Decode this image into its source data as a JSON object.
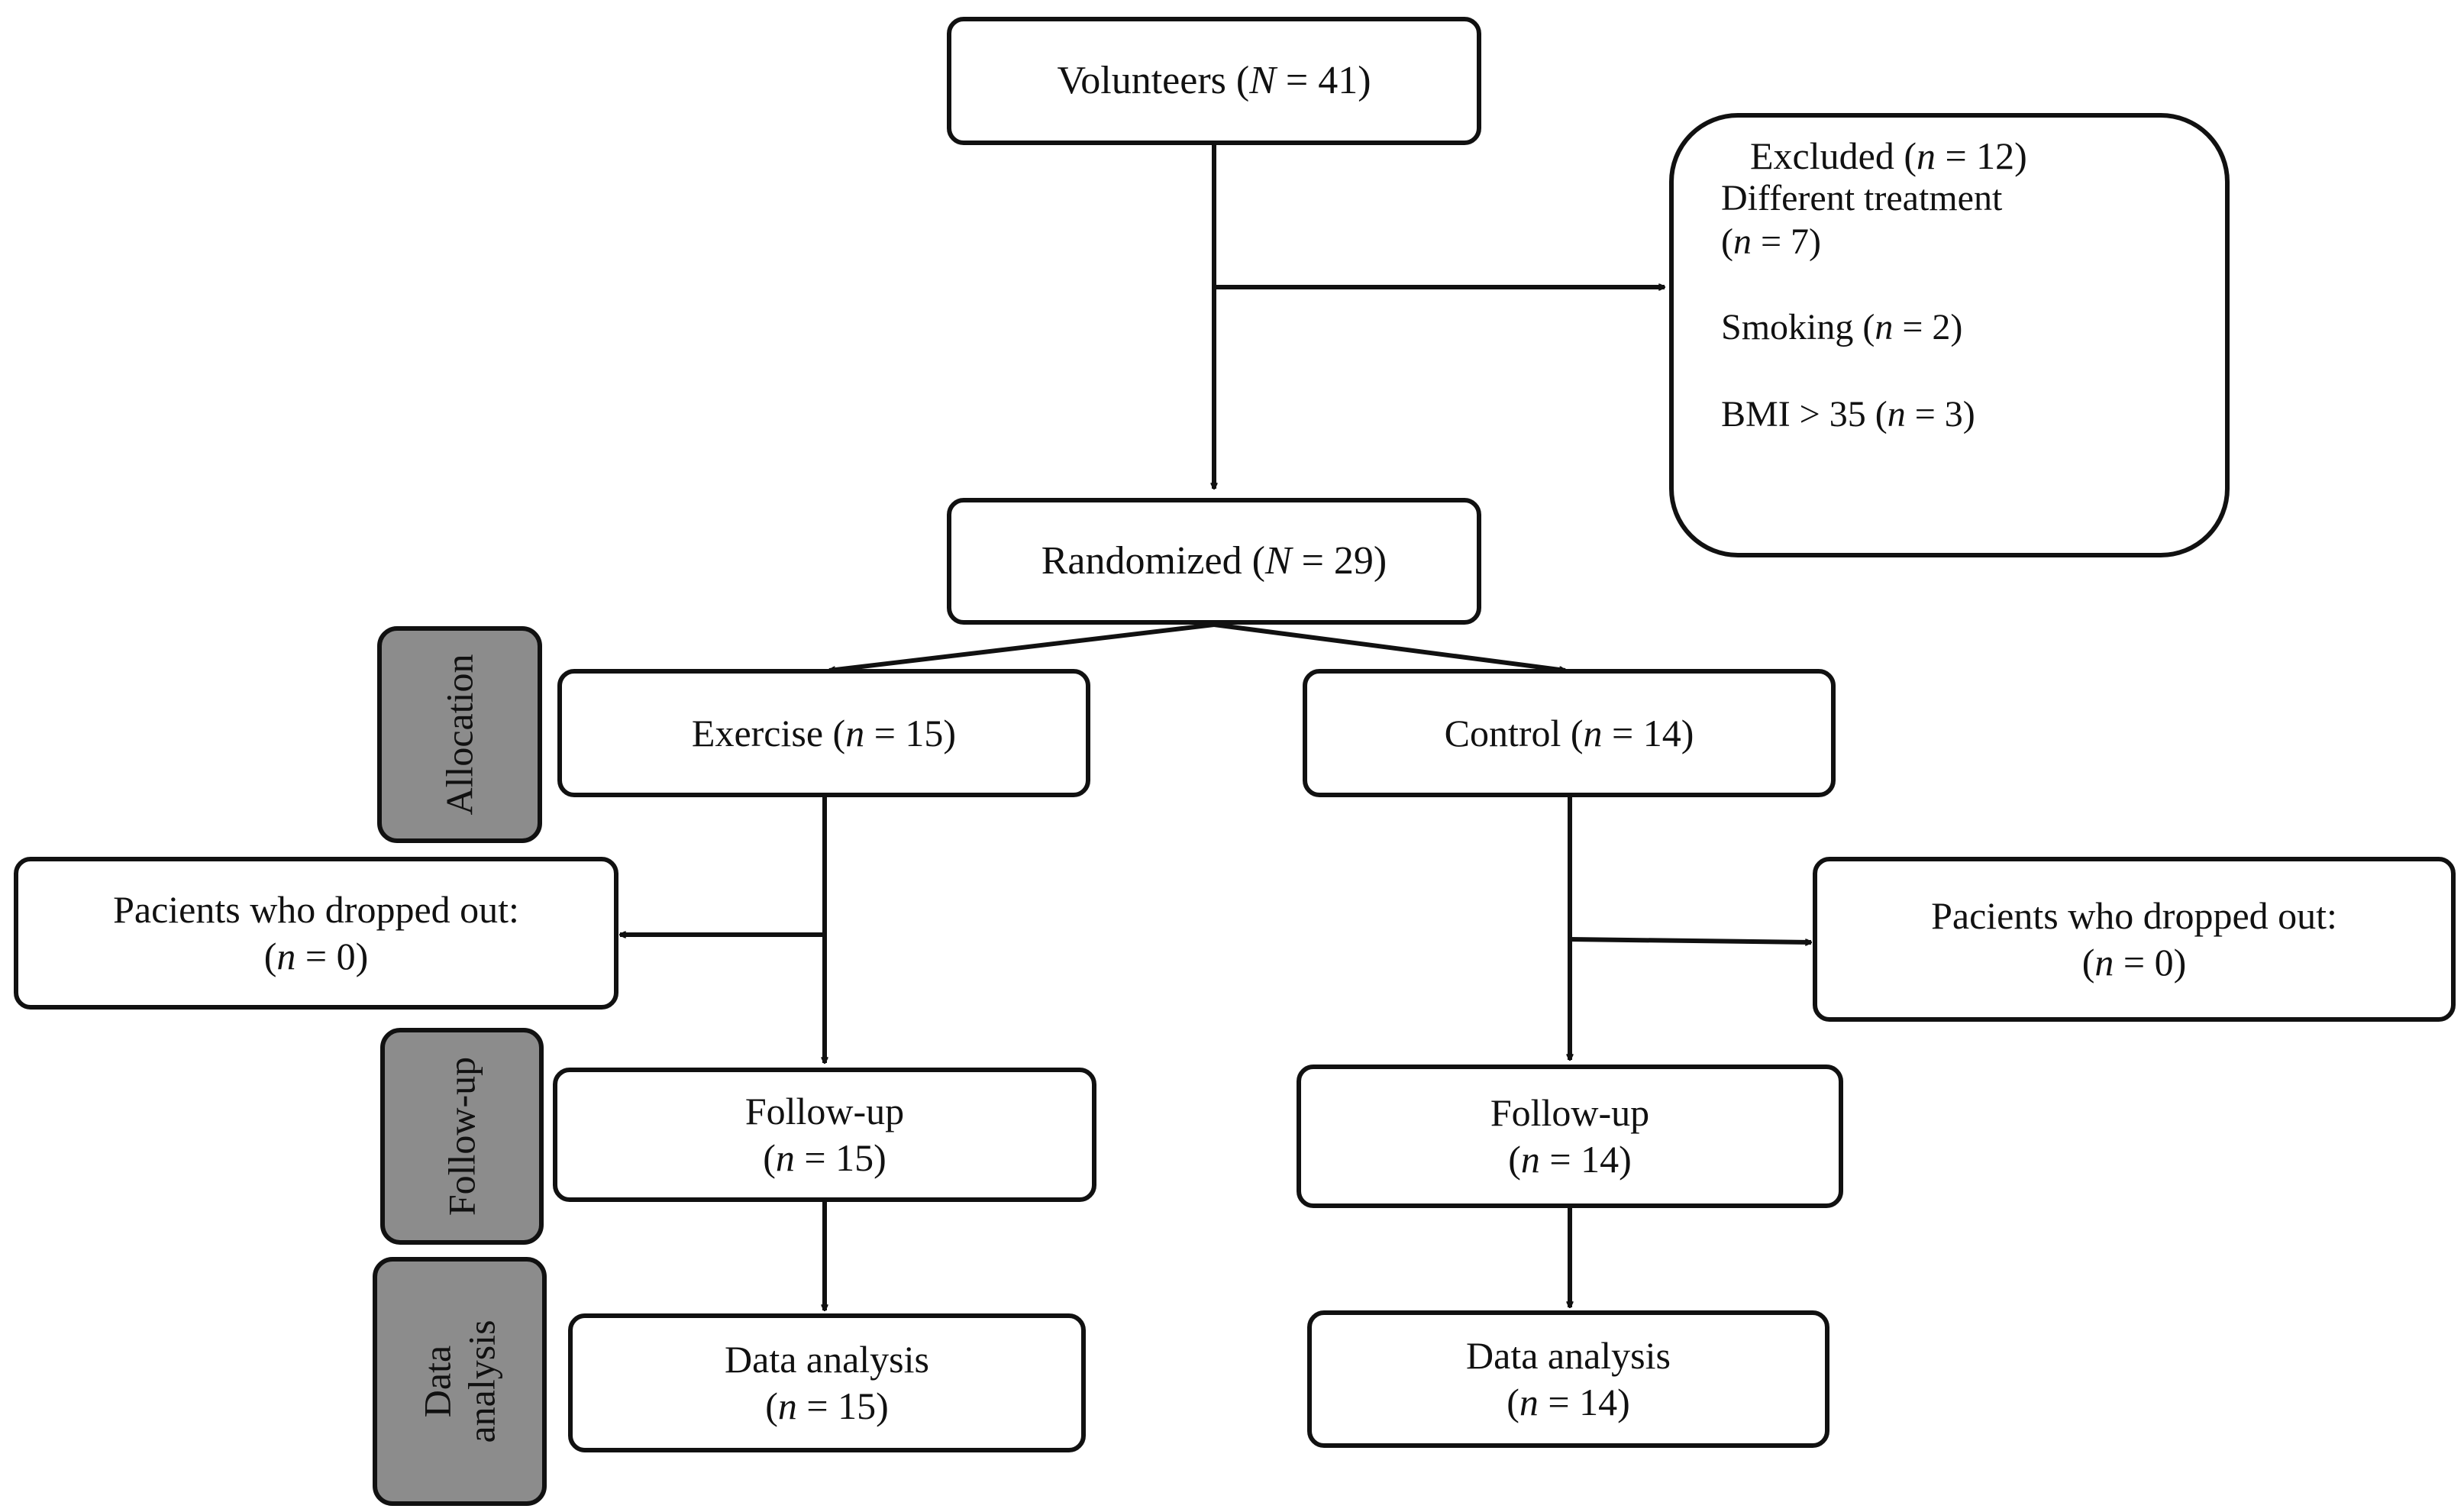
{
  "volunteers": {
    "label": "Volunteers (",
    "var": "N",
    "value": " = 41)"
  },
  "excluded": {
    "title": {
      "label": "Excluded (",
      "var": "n",
      "value": " = 12)"
    },
    "different_treatment": {
      "label": "Different treatment",
      "var": "n",
      "value": " = 7)"
    },
    "smoking": {
      "label": "Smoking (",
      "var": "n",
      "value": " = 2)"
    },
    "bmi": {
      "label": "BMI  > 35 (",
      "var": "n",
      "value": " = 3)"
    }
  },
  "randomized": {
    "label": "Randomized (",
    "var": "N",
    "value": " = 29)"
  },
  "exercise": {
    "label": "Exercise (",
    "var": "n",
    "value": " = 15)"
  },
  "control": {
    "label": "Control (",
    "var": "n",
    "value": " = 14)"
  },
  "dropout_left": {
    "label": "Pacients who dropped out:",
    "var": "n",
    "value": " = 0)"
  },
  "dropout_right": {
    "label": "Pacients who dropped out:",
    "var": "n",
    "value": " = 0)"
  },
  "followup_left": {
    "label": "Follow-up",
    "var": "n",
    "value": " = 15)"
  },
  "followup_right": {
    "label": "Follow-up",
    "var": "n",
    "value": " = 14)"
  },
  "analysis_left": {
    "label": "Data analysis",
    "var": "n",
    "value": " = 15)"
  },
  "analysis_right": {
    "label": "Data analysis",
    "var": "n",
    "value": " = 14)"
  },
  "stages": {
    "allocation": "Allocation",
    "followup": "Follow-up",
    "analysis_line1": "Data",
    "analysis_line2": "analysis"
  },
  "open_paren": "("
}
